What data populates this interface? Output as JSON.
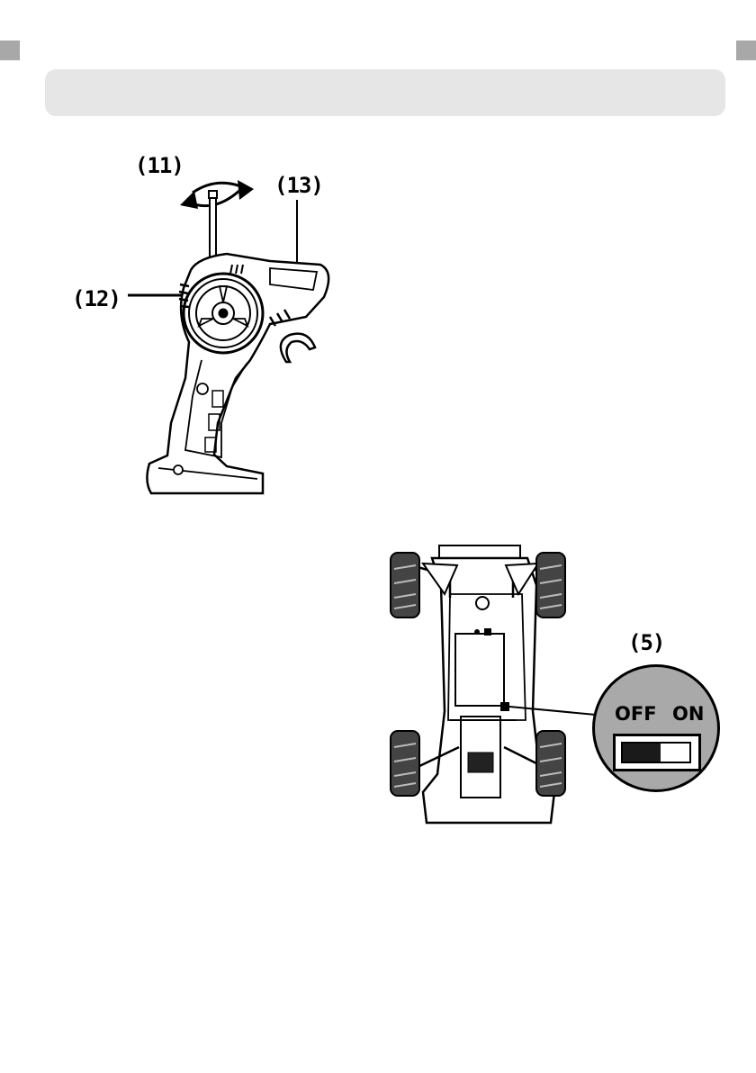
{
  "labels": {
    "antenna": "(11)",
    "trim": "(12)",
    "indicator": "(13)",
    "power_switch": "(5)"
  },
  "switch": {
    "off": "OFF",
    "on": "ON"
  }
}
